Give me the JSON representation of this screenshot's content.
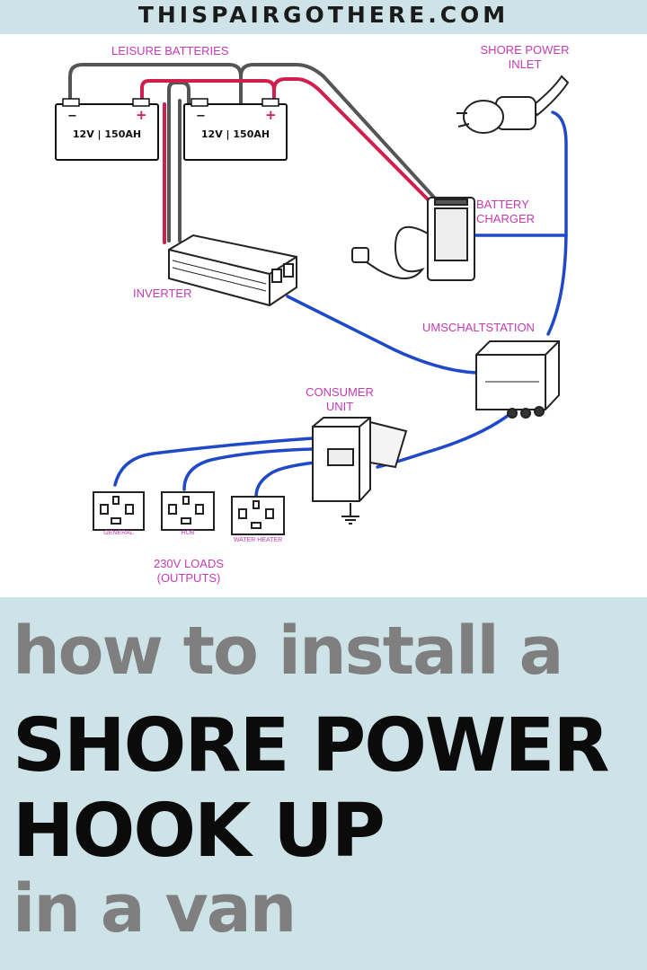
{
  "site": "THISPAIRGOTHERE.COM",
  "labels": {
    "leisure_batteries": "LEISURE BATTERIES",
    "battery_left": "12V | 150AH",
    "battery_right": "12V | 150AH",
    "shore_power_inlet": "SHORE POWER\nINLET",
    "battery_charger": "BATTERY\nCHARGER",
    "inverter": "INVERTER",
    "umschaltstation": "UMSCHALTSTATION",
    "consumer_unit": "CONSUMER\nUNIT",
    "socket_general": "GENERAL",
    "socket_hob": "HOB",
    "socket_water_heater": "WATER HEATER",
    "loads": "230V LOADS\n(OUTPUTS)"
  },
  "headline": {
    "line1": "how to install a",
    "line2": "SHORE POWER",
    "line3": "HOOK UP",
    "line4": "in a van"
  },
  "colors": {
    "panel_bg": "#cde3e7",
    "label": "#c43bb3",
    "positive_wire": "#d11f4d",
    "negative_wire": "#555555",
    "ac_wire": "#1f49c8",
    "grey_text": "#7f7f7f",
    "black_text": "#0b0b0b"
  }
}
